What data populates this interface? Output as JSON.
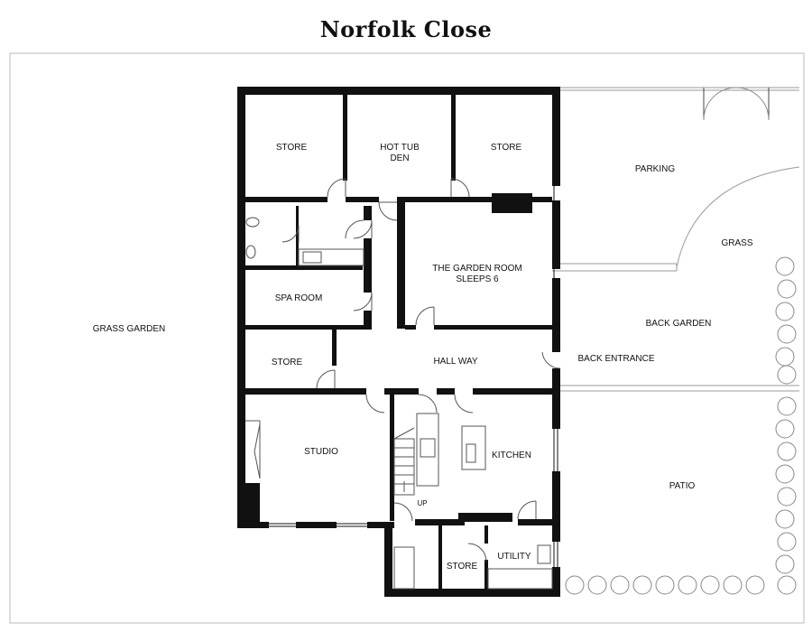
{
  "title": "Norfolk Close",
  "rooms": {
    "store_top_left": "STORE",
    "hot_tub_den_1": "HOT TUB",
    "hot_tub_den_2": "DEN",
    "store_top_right": "STORE",
    "parking": "PARKING",
    "grass": "GRASS",
    "garden_room_1": "THE GARDEN ROOM",
    "garden_room_2": "SLEEPS 6",
    "spa_room": "SPA ROOM",
    "grass_garden": "GRASS GARDEN",
    "back_garden": "BACK GARDEN",
    "store_mid": "STORE",
    "hall_way": "HALL WAY",
    "back_entrance": "BACK ENTRANCE",
    "studio": "STUDIO",
    "kitchen": "KITCHEN",
    "patio": "PATIO",
    "stairs_up": "UP",
    "store_bottom": "STORE",
    "utility": "UTILITY"
  }
}
